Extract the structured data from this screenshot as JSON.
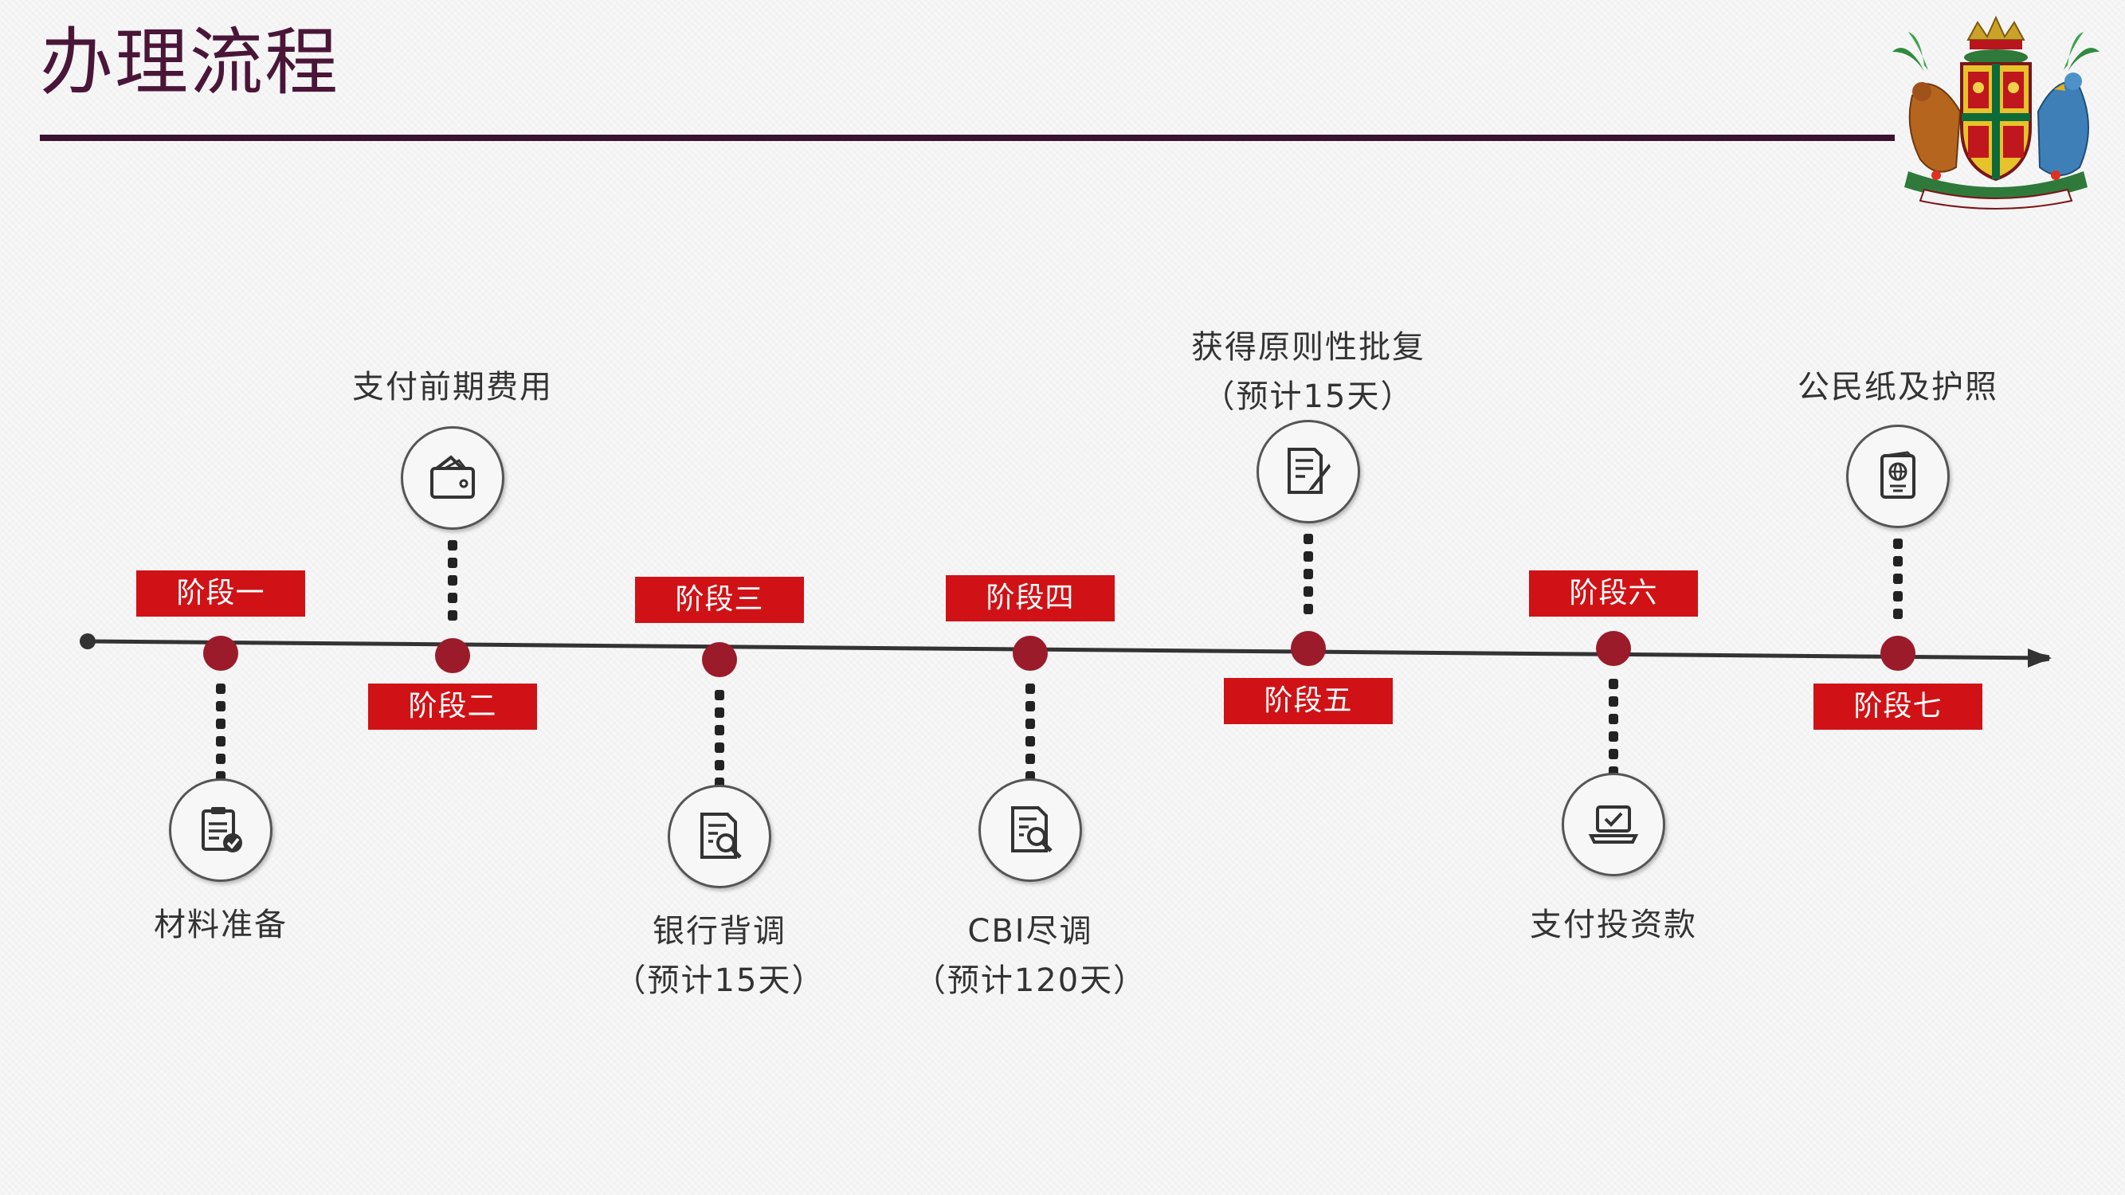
{
  "header": {
    "title": "办理流程"
  },
  "colors": {
    "title": "#4a1638",
    "rule": "#3b1230",
    "tag": "#d01216",
    "node": "#9b1b2a",
    "line": "#333333"
  },
  "stages": [
    {
      "tag": "阶段一",
      "label_line1": "材料准备",
      "label_line2": "",
      "icon": "clipboard-check-icon"
    },
    {
      "tag": "阶段二",
      "label_line1": "支付前期费用",
      "label_line2": "",
      "icon": "wallet-icon"
    },
    {
      "tag": "阶段三",
      "label_line1": "银行背调",
      "label_line2": "（预计15天）",
      "icon": "document-search-icon"
    },
    {
      "tag": "阶段四",
      "label_line1": "CBI尽调",
      "label_line2": "（预计120天）",
      "icon": "document-search-icon"
    },
    {
      "tag": "阶段五",
      "label_line1": "获得原则性批复",
      "label_line2": "（预计15天）",
      "icon": "document-edit-icon"
    },
    {
      "tag": "阶段六",
      "label_line1": "支付投资款",
      "label_line2": "",
      "icon": "laptop-check-icon"
    },
    {
      "tag": "阶段七",
      "label_line1": "公民纸及护照",
      "label_line2": "",
      "icon": "passport-icon"
    }
  ]
}
